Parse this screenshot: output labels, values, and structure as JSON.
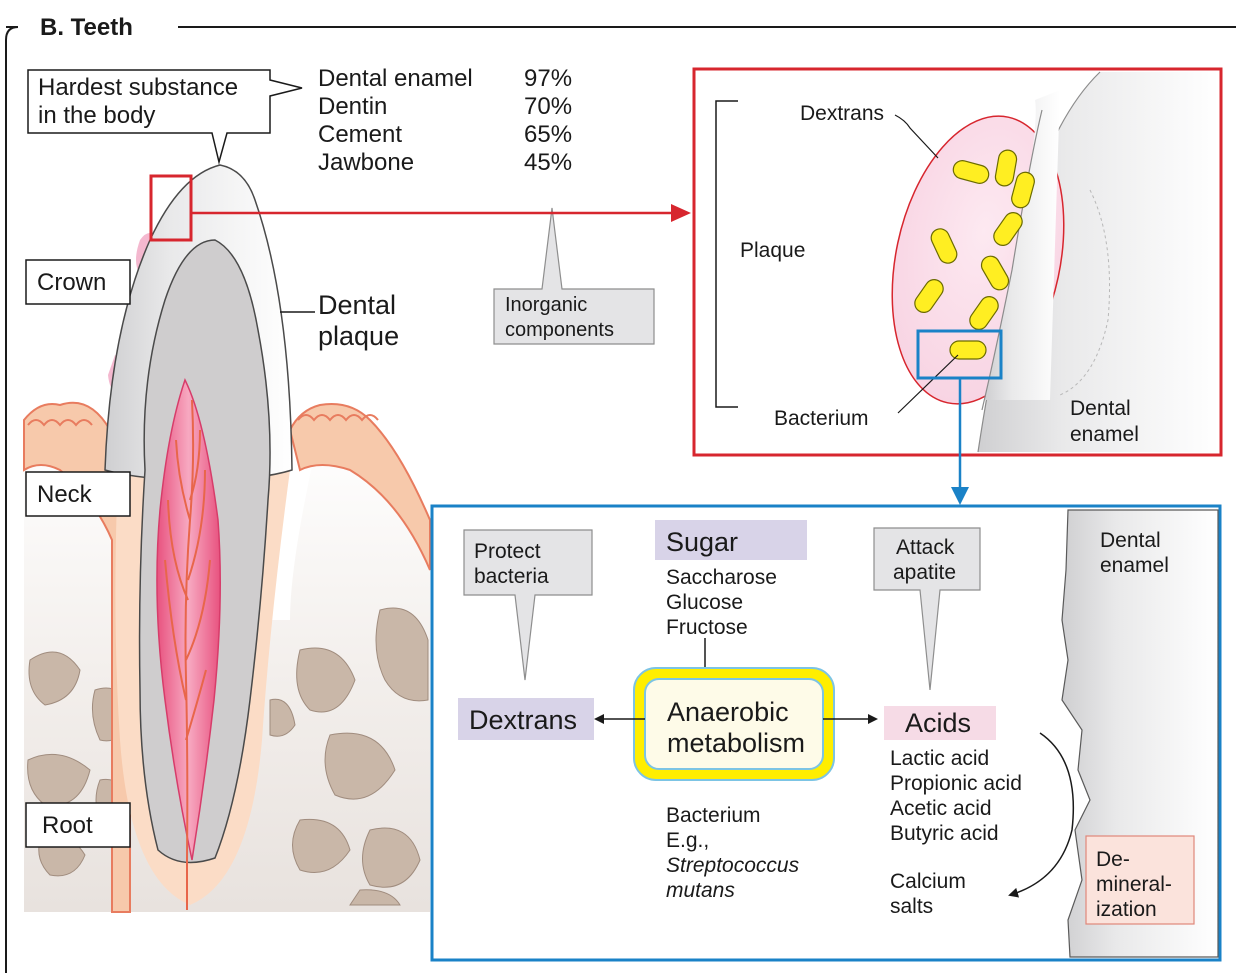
{
  "section_title": "B. Teeth",
  "hardest": {
    "line1": "Hardest substance",
    "line2": "in the body"
  },
  "composition": [
    {
      "name": "Dental enamel",
      "pct": "97%"
    },
    {
      "name": "Dentin",
      "pct": "70%"
    },
    {
      "name": "Cement",
      "pct": "65%"
    },
    {
      "name": "Jawbone",
      "pct": "45%"
    }
  ],
  "inorganic": {
    "line1": "Inorganic",
    "line2": "components"
  },
  "tooth_regions": {
    "crown": "Crown",
    "neck": "Neck",
    "root": "Root"
  },
  "dental_plaque": {
    "line1": "Dental",
    "line2": "plaque"
  },
  "detail": {
    "dextrans": "Dextrans",
    "plaque": "Plaque",
    "bacterium": "Bacterium",
    "enamel_line1": "Dental",
    "enamel_line2": "enamel"
  },
  "metabolism": {
    "protect": {
      "line1": "Protect",
      "line2": "bacteria"
    },
    "sugar": "Sugar",
    "sugars": [
      "Saccharose",
      "Glucose",
      "Fructose"
    ],
    "attack": {
      "line1": "Attack",
      "line2": "apatite"
    },
    "enamel_line1": "Dental",
    "enamel_line2": "enamel",
    "dextrans": "Dextrans",
    "center_line1": "Anaerobic",
    "center_line2": "metabolism",
    "acids": "Acids",
    "acid_list": [
      "Lactic acid",
      "Propionic acid",
      "Acetic acid",
      "Butyric acid"
    ],
    "bacterium_line1": "Bacterium",
    "bacterium_line2": "E.g.,",
    "species_line1": "Streptococcus",
    "species_line2": "mutans",
    "calcium_line1": "Calcium",
    "calcium_line2": "salts",
    "demin_line1": "De-",
    "demin_line2": "mineral-",
    "demin_line3": "ization"
  },
  "colors": {
    "red_frame": "#d7262e",
    "blue_frame": "#1a82c7",
    "sugar_fill": "#d8d3e8",
    "acids_fill": "#f6dbe6",
    "demin_fill": "#fbe3dc",
    "center_ring": "#ffee00"
  }
}
